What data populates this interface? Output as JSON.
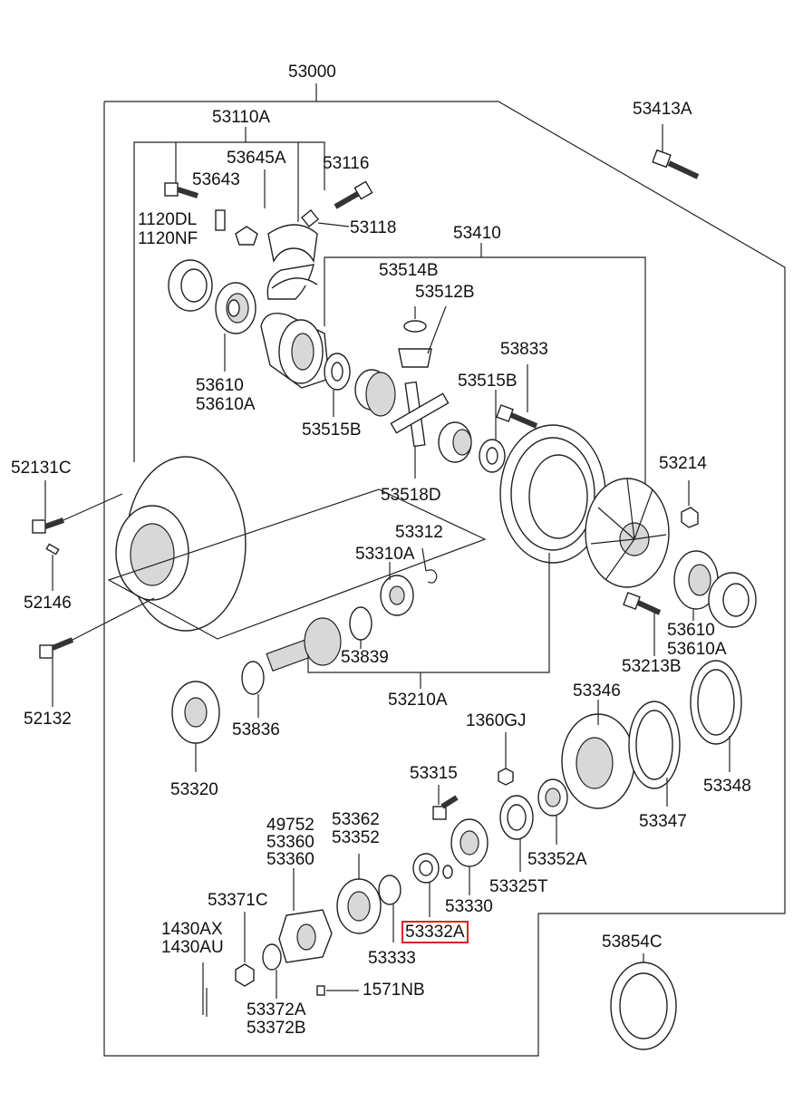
{
  "diagram": {
    "highlight_color": "#e02020",
    "labels": {
      "l53000": "53000",
      "l53110A": "53110A",
      "l53413A": "53413A",
      "l53645A": "53645A",
      "l53116": "53116",
      "l53643": "53643",
      "l1120DL": "1120DL",
      "l1120NF": "1120NF",
      "l53118": "53118",
      "l53410": "53410",
      "l53514B": "53514B",
      "l53512B": "53512B",
      "l53833": "53833",
      "l53610a": "53610",
      "l53610Aa": "53610A",
      "l53515Ba": "53515B",
      "l53515Bb": "53515B",
      "l52131C": "52131C",
      "l53214": "53214",
      "l53518D": "53518D",
      "l53312": "53312",
      "l53310A": "53310A",
      "l52146": "52146",
      "l53610b": "53610",
      "l53610Ab": "53610A",
      "l53839": "53839",
      "l53213B": "53213B",
      "l52132": "52132",
      "l53210A": "53210A",
      "l53346": "53346",
      "l53836": "53836",
      "l1360GJ": "1360GJ",
      "l53315": "53315",
      "l53320": "53320",
      "l53348": "53348",
      "l53347": "53347",
      "l49752": "49752",
      "l53360a": "53360",
      "l53360b": "53360",
      "l53362": "53362",
      "l53352": "53352",
      "l53352A": "53352A",
      "l53325T": "53325T",
      "l53371C": "53371C",
      "l53330": "53330",
      "l53332A": "53332A",
      "l53854C": "53854C",
      "l1430AX": "1430AX",
      "l1430AU": "1430AU",
      "l53333": "53333",
      "l1571NB": "1571NB",
      "l53372A": "53372A",
      "l53372B": "53372B"
    }
  }
}
